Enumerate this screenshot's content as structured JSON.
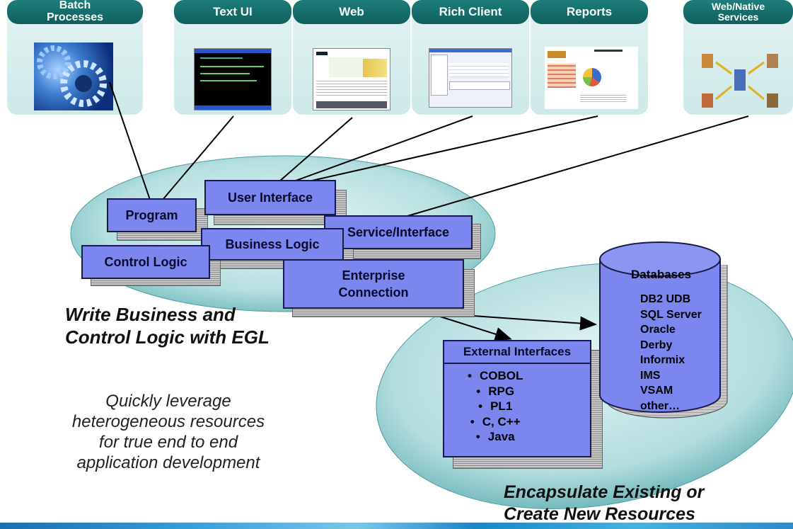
{
  "panels": {
    "batch": "Batch\nProcesses",
    "text_ui": "Text UI",
    "web": "Web",
    "rich_client": "Rich Client",
    "reports": "Reports",
    "web_native": "Web/Native\nServices"
  },
  "boxes": {
    "program": "Program",
    "user_interface": "User Interface",
    "service_interface": "Service/Interface",
    "business_logic": "Business Logic",
    "control_logic": "Control Logic",
    "enterprise_connection": "Enterprise\nConnection"
  },
  "databases": {
    "title": "Databases",
    "items": [
      "DB2 UDB",
      "SQL Server",
      "Oracle",
      "Derby",
      "Informix",
      "IMS",
      "VSAM",
      "other…"
    ]
  },
  "external": {
    "title": "External Interfaces",
    "items": [
      "COBOL",
      "RPG",
      "PL1",
      "C, C++",
      "Java"
    ]
  },
  "captions": {
    "write_logic": "Write Business and\nControl Logic with EGL",
    "leverage": "Quickly leverage\nheterogeneous resources\nfor true end to end\napplication development",
    "encapsulate": "Encapsulate Existing or\nCreate New Resources"
  },
  "colors": {
    "panel_header": "#136b69",
    "box_fill": "#7b86ee",
    "ellipse": "#bfe3e4"
  }
}
